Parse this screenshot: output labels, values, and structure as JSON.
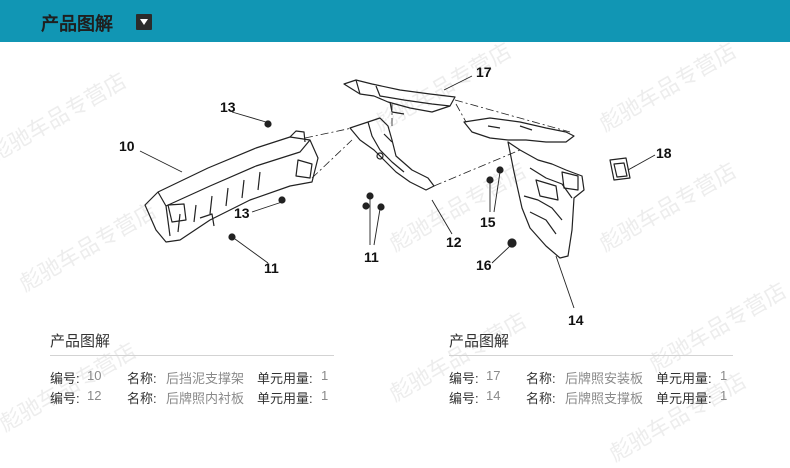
{
  "header": {
    "title": "产品图解"
  },
  "watermark": "彪驰车品专营店",
  "diagram_labels": [
    "10",
    "11",
    "11",
    "12",
    "13",
    "13",
    "14",
    "15",
    "16",
    "17",
    "18"
  ],
  "panels": [
    {
      "title": "产品图解",
      "rows": [
        {
          "no_label": "编号:",
          "no": "10",
          "name_label": "名称:",
          "name": "后挡泥支撑架",
          "qty_label": "单元用量:",
          "qty": "1"
        },
        {
          "no_label": "编号:",
          "no": "12",
          "name_label": "名称:",
          "name": "后牌照内衬板",
          "qty_label": "单元用量:",
          "qty": "1"
        }
      ]
    },
    {
      "title": "产品图解",
      "rows": [
        {
          "no_label": "编号:",
          "no": "17",
          "name_label": "名称:",
          "name": "后牌照安装板",
          "qty_label": "单元用量:",
          "qty": "1"
        },
        {
          "no_label": "编号:",
          "no": "14",
          "name_label": "名称:",
          "name": "后牌照支撑板",
          "qty_label": "单元用量:",
          "qty": "1"
        }
      ]
    }
  ],
  "colors": {
    "header_bar": "#1196b4",
    "line": "#222222"
  }
}
